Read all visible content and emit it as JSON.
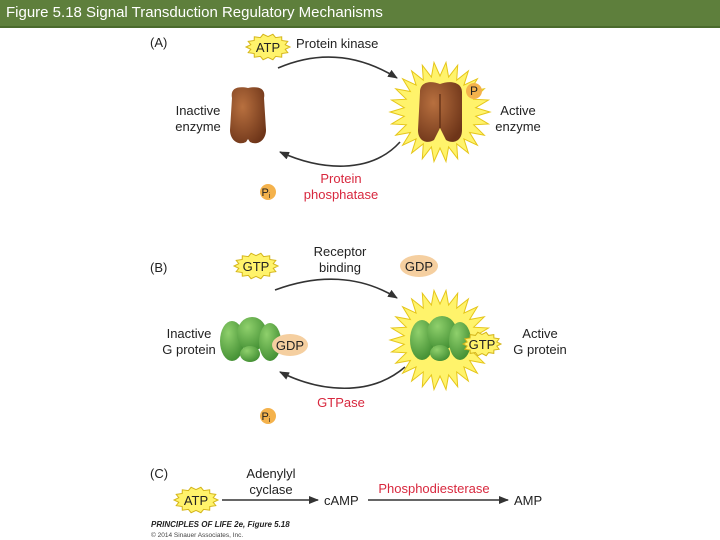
{
  "title": "Figure 5.18  Signal Transduction Regulatory Mechanisms",
  "colors": {
    "title_bar": "#5e7f3c",
    "red_label": "#d8283e",
    "star": "#fff36b",
    "star_stroke": "#e5c61a",
    "enzyme_brown": "#8b4a2b",
    "g_protein_green": "#4fa640",
    "gdp_badge": "#f5cfa0",
    "pi_badge": "#f4b24c"
  },
  "panel_a": {
    "letter": "(A)",
    "atp": "ATP",
    "kinase": "Protein kinase",
    "inactive_1": "Inactive",
    "inactive_2": "enzyme",
    "active_1": "Active",
    "active_2": "enzyme",
    "p_badge": "P",
    "pi_badge": "P",
    "pi_sub": "i",
    "phosphatase_1": "Protein",
    "phosphatase_2": "phosphatase"
  },
  "panel_b": {
    "letter": "(B)",
    "receptor_1": "Receptor",
    "receptor_2": "binding",
    "gtp_in": "GTP",
    "gdp_out": "GDP",
    "inactive_1": "Inactive",
    "inactive_2": "G protein",
    "gdp_bound": "GDP",
    "gtp_bound": "GTP",
    "active_1": "Active",
    "active_2": "G protein",
    "pi_badge": "P",
    "pi_sub": "i",
    "gtpase": "GTPase"
  },
  "panel_c": {
    "letter": "(C)",
    "atp": "ATP",
    "cyclase_1": "Adenylyl",
    "cyclase_2": "cyclase",
    "camp": "cAMP",
    "phosphodiesterase": "Phosphodiesterase",
    "amp": "AMP"
  },
  "credit": {
    "line1": "PRINCIPLES OF LIFE 2e, Figure 5.18",
    "line2": "© 2014 Sinauer Associates, Inc."
  }
}
